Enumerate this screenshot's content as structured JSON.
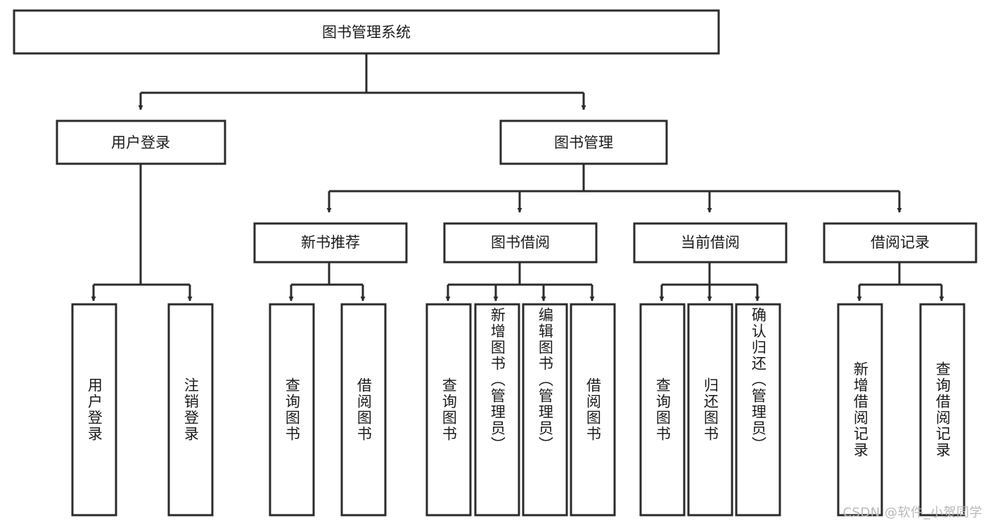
{
  "diagram": {
    "title": "图书管理系统",
    "type": "tree-hierarchy",
    "watermark": "CSDN @软件_小贺同学",
    "colors": {
      "stroke": "#2b2b2b",
      "fill": "#ffffff",
      "text": "#1b1b1b",
      "watermark": "#b9b9b9",
      "background": "#ffffff"
    },
    "root": {
      "id": "root",
      "label": "图书管理系统"
    },
    "level2": [
      {
        "id": "user-login",
        "label": "用户登录"
      },
      {
        "id": "book-manage",
        "label": "图书管理"
      }
    ],
    "level3": [
      {
        "id": "new-book-rec",
        "label": "新书推荐",
        "parent": "book-manage"
      },
      {
        "id": "book-borrow",
        "label": "图书借阅",
        "parent": "book-manage"
      },
      {
        "id": "current-borrow",
        "label": "当前借阅",
        "parent": "book-manage"
      },
      {
        "id": "borrow-record",
        "label": "借阅记录",
        "parent": "book-manage"
      }
    ],
    "leaves": [
      {
        "id": "leaf-user-login",
        "label": "用户登录",
        "parent": "user-login"
      },
      {
        "id": "leaf-user-logout",
        "label": "注销登录",
        "parent": "user-login"
      },
      {
        "id": "leaf-query-book-1",
        "label": "查询图书",
        "parent": "new-book-rec"
      },
      {
        "id": "leaf-borrow-book-1",
        "label": "借阅图书",
        "parent": "new-book-rec"
      },
      {
        "id": "leaf-query-book-2",
        "label": "查询图书",
        "parent": "book-borrow"
      },
      {
        "id": "leaf-add-book",
        "label": "新增图书（管理员）",
        "parent": "book-borrow"
      },
      {
        "id": "leaf-edit-book",
        "label": "编辑图书（管理员）",
        "parent": "book-borrow"
      },
      {
        "id": "leaf-borrow-book-2",
        "label": "借阅图书",
        "parent": "book-borrow"
      },
      {
        "id": "leaf-query-book-3",
        "label": "查询图书",
        "parent": "current-borrow"
      },
      {
        "id": "leaf-return-book",
        "label": "归还图书",
        "parent": "current-borrow"
      },
      {
        "id": "leaf-confirm-return",
        "label": "确认归还（管理员）",
        "parent": "current-borrow"
      },
      {
        "id": "leaf-add-record",
        "label": "新增借阅记录",
        "parent": "borrow-record"
      },
      {
        "id": "leaf-query-record",
        "label": "查询借阅记录",
        "parent": "borrow-record"
      }
    ]
  }
}
